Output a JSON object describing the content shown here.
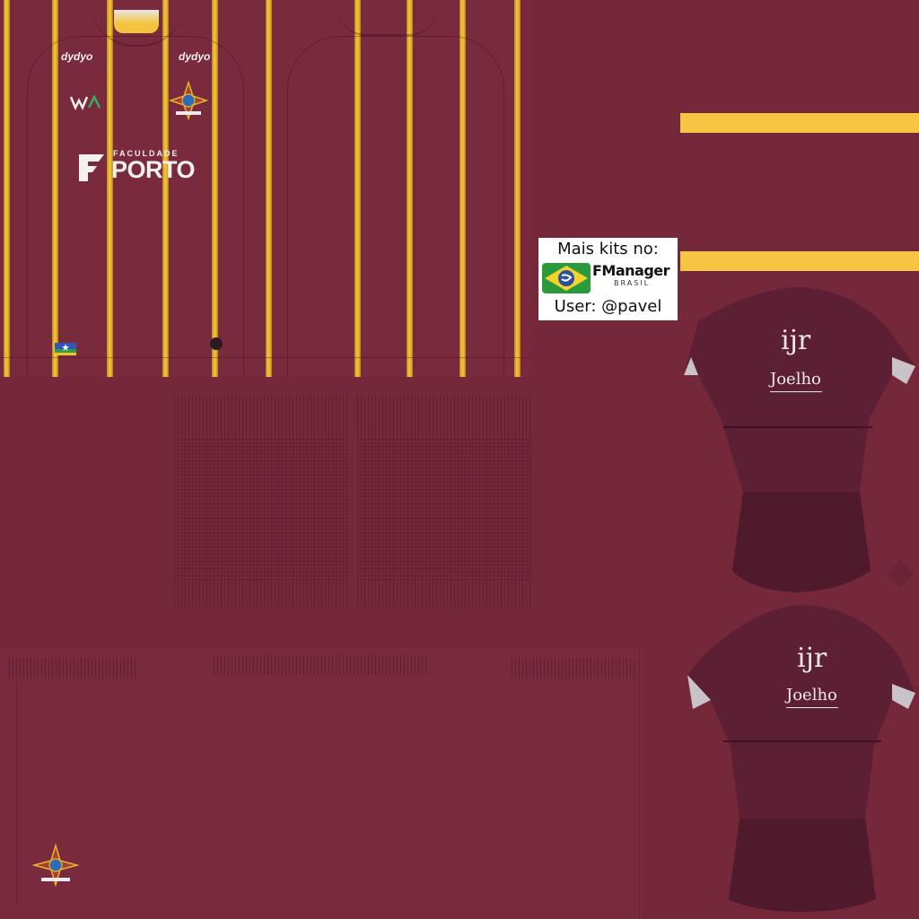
{
  "kit": {
    "manufacturer": "dydyo",
    "main_sponsor_small": "FACULDADE",
    "main_sponsor": "PORTO",
    "gk_sponsor_mark": "ijr",
    "gk_sponsor_name": "Joelho"
  },
  "promo": {
    "line1": "Mais kits no:",
    "brand": "FManager",
    "brand_sub": "BRASIL",
    "user": "User: @pavel"
  },
  "colors": {
    "base": "#7a2a3d",
    "stripe": "#f3c43a",
    "gk": "#5c1f33",
    "accent_bar": "#f7c444"
  },
  "icons": [
    "wa-logo-icon",
    "club-crest-icon",
    "porto-f-icon",
    "rondonia-flag-icon",
    "brazil-flag-icon"
  ]
}
